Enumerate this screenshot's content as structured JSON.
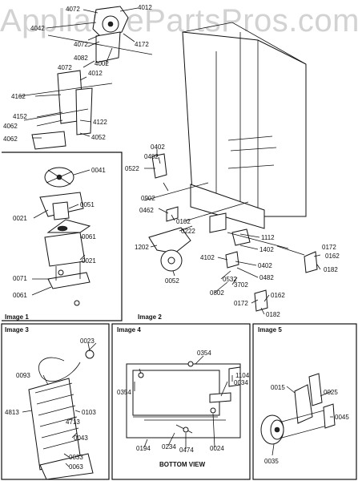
{
  "watermark": "AppliancePartsPros.com",
  "captions": {
    "image1": "Image 1",
    "image2": "Image 2",
    "image3": "Image 3",
    "image4": "Image 4",
    "image5": "Image 5",
    "bottom_view": "BOTTOM VIEW"
  },
  "parts": {
    "p4072a": "4072",
    "p4012a": "4012",
    "p4042": "4042",
    "p4072b": "4072",
    "p4082": "4082",
    "p4002": "4002",
    "p4172": "4172",
    "p4072c": "4072",
    "p4012b": "4012",
    "p4162": "4162",
    "p4152": "4152",
    "p4062a": "4062",
    "p4062b": "4062",
    "p4122": "4122",
    "p4052": "4052",
    "p0041": "0041",
    "p0051": "0051",
    "p0021a": "0021",
    "p0061a": "0061",
    "p0021b": "0021",
    "p0071": "0071",
    "p0061b": "0061",
    "p0402a": "0402",
    "p0482a": "0482",
    "p0522": "0522",
    "p0902": "0902",
    "p0462": "0462",
    "p0102": "0102",
    "p0222": "0222",
    "p1112": "1112",
    "p1202": "1202",
    "p1402": "1402",
    "p4102": "4102",
    "p0402b": "0402",
    "p0482b": "0482",
    "p0532": "0532",
    "p3702": "3702",
    "p0802": "0802",
    "p0172a": "0172",
    "p0162a": "0162",
    "p0182a": "0182",
    "p0052": "0052",
    "p0172b": "0172",
    "p0162b": "0162",
    "p0182b": "0182",
    "p0023": "0023",
    "p0093": "0093",
    "p4813": "4813",
    "p0103": "0103",
    "p4713": "4713",
    "p0043": "0043",
    "p0033": "0033",
    "p0063": "0063",
    "p0354a": "0354",
    "p1104": "1104",
    "p0034": "0034",
    "p0354b": "0354",
    "p0194": "0194",
    "p0234": "0234",
    "p0474": "0474",
    "p0024": "0024",
    "p0015": "0015",
    "p0025": "0025",
    "p0045": "0045",
    "p0035": "0035"
  }
}
